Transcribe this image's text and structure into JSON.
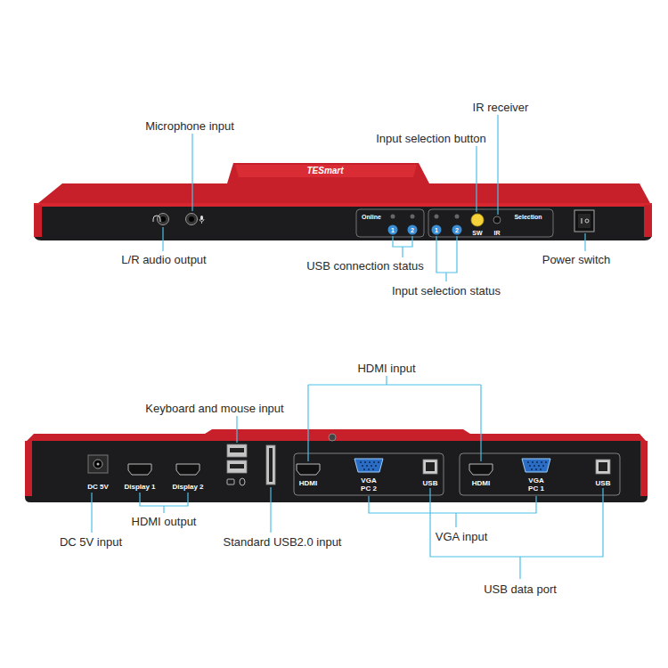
{
  "diagram": {
    "labels": [
      "IR receiver",
      "Microphone input",
      "Input selection button",
      "TESmart",
      "Online",
      "Selection",
      "SW",
      "IR",
      "1",
      "2",
      "1",
      "2",
      "L/R audio output",
      "USB connection status",
      "Power switch",
      "Input selection status",
      "HDMI input",
      "Keyboard and mouse input",
      "DC 5V",
      "Display 1",
      "Display 2",
      "HDMI",
      "VGA",
      "PC 2",
      "USB",
      "HDMI",
      "VGA",
      "PC 1",
      "USB",
      "HDMI output",
      "DC 5V input",
      "Standard USB2.0 input",
      "VGA input",
      "USB data port"
    ]
  }
}
